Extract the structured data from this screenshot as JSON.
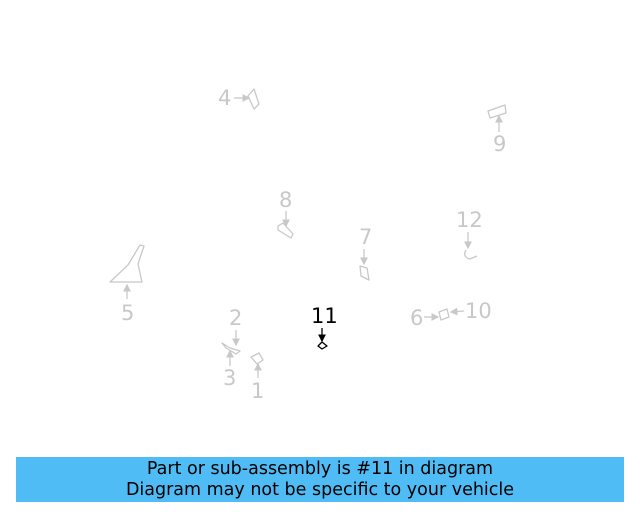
{
  "diagram": {
    "highlighted_part": "11",
    "callouts": {
      "c1": "1",
      "c2": "2",
      "c3": "3",
      "c4": "4",
      "c5": "5",
      "c6": "6",
      "c7": "7",
      "c8": "8",
      "c9": "9",
      "c10": "10",
      "c11": "11",
      "c12": "12"
    }
  },
  "banner": {
    "line1": "Part or sub-assembly is #11 in diagram",
    "line2": "Diagram may not be specific to your vehicle"
  },
  "colors": {
    "banner_background": "#4fbcf5",
    "inactive_part": "#c8c8c8",
    "highlighted_part": "#000000"
  }
}
